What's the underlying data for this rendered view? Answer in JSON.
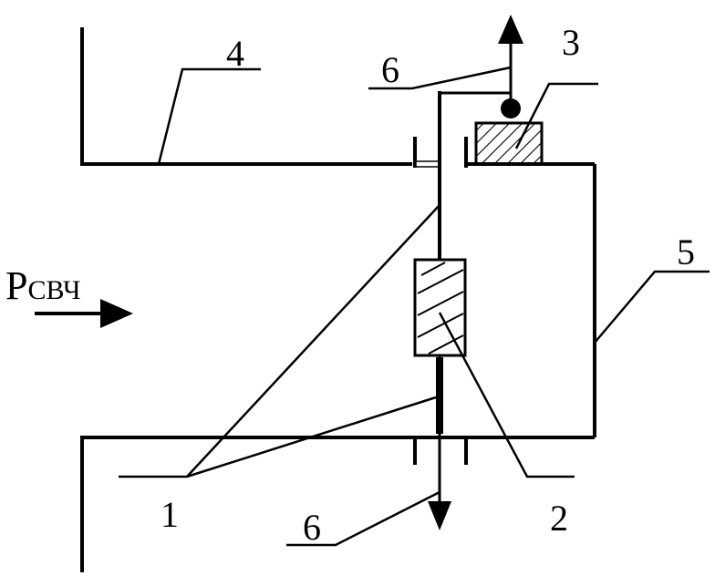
{
  "diagram": {
    "labels": {
      "l1": "1",
      "l2": "2",
      "l3": "3",
      "l4": "4",
      "l5": "5",
      "l6_top": "6",
      "l6_bottom": "6"
    },
    "input": {
      "p": "P",
      "sub": "СВЧ"
    },
    "colors": {
      "line": "#000000",
      "background": "#ffffff"
    }
  }
}
